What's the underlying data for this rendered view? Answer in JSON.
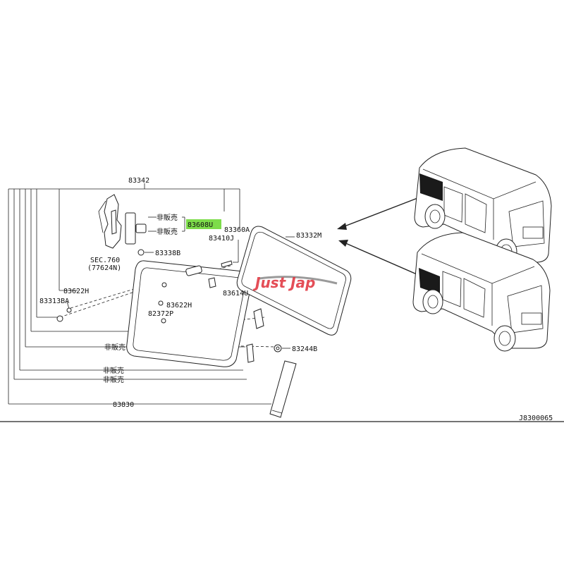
{
  "labels": {
    "p83342": "83342",
    "hanbai1": "非販売",
    "hanbai2": "非販売",
    "p83608u": "83608U",
    "p83360a": "83360A",
    "p83410j": "83410J",
    "sec760": "SEC.760",
    "sec760_ref": "(77624N)",
    "p83338b": "83338B",
    "p83622h_a": "83622H",
    "p83313ba": "83313BA",
    "p83622h_b": "83622H",
    "p82372p": "82372P",
    "p83614u": "83614U",
    "p83332m": "83332M",
    "hanbai3": "非販売",
    "p83244b": "83244B",
    "hanbai4": "非販売",
    "hanbai5": "非販売",
    "p83830": "83830",
    "diagram_code": "J8300065"
  },
  "watermark": "Just Jap",
  "colors": {
    "highlight": "#7ddc4a",
    "watermark_red": "#e0303a",
    "watermark_grey": "#9a9a9a",
    "line": "#222222",
    "window_tint": "#1a1a1a"
  }
}
